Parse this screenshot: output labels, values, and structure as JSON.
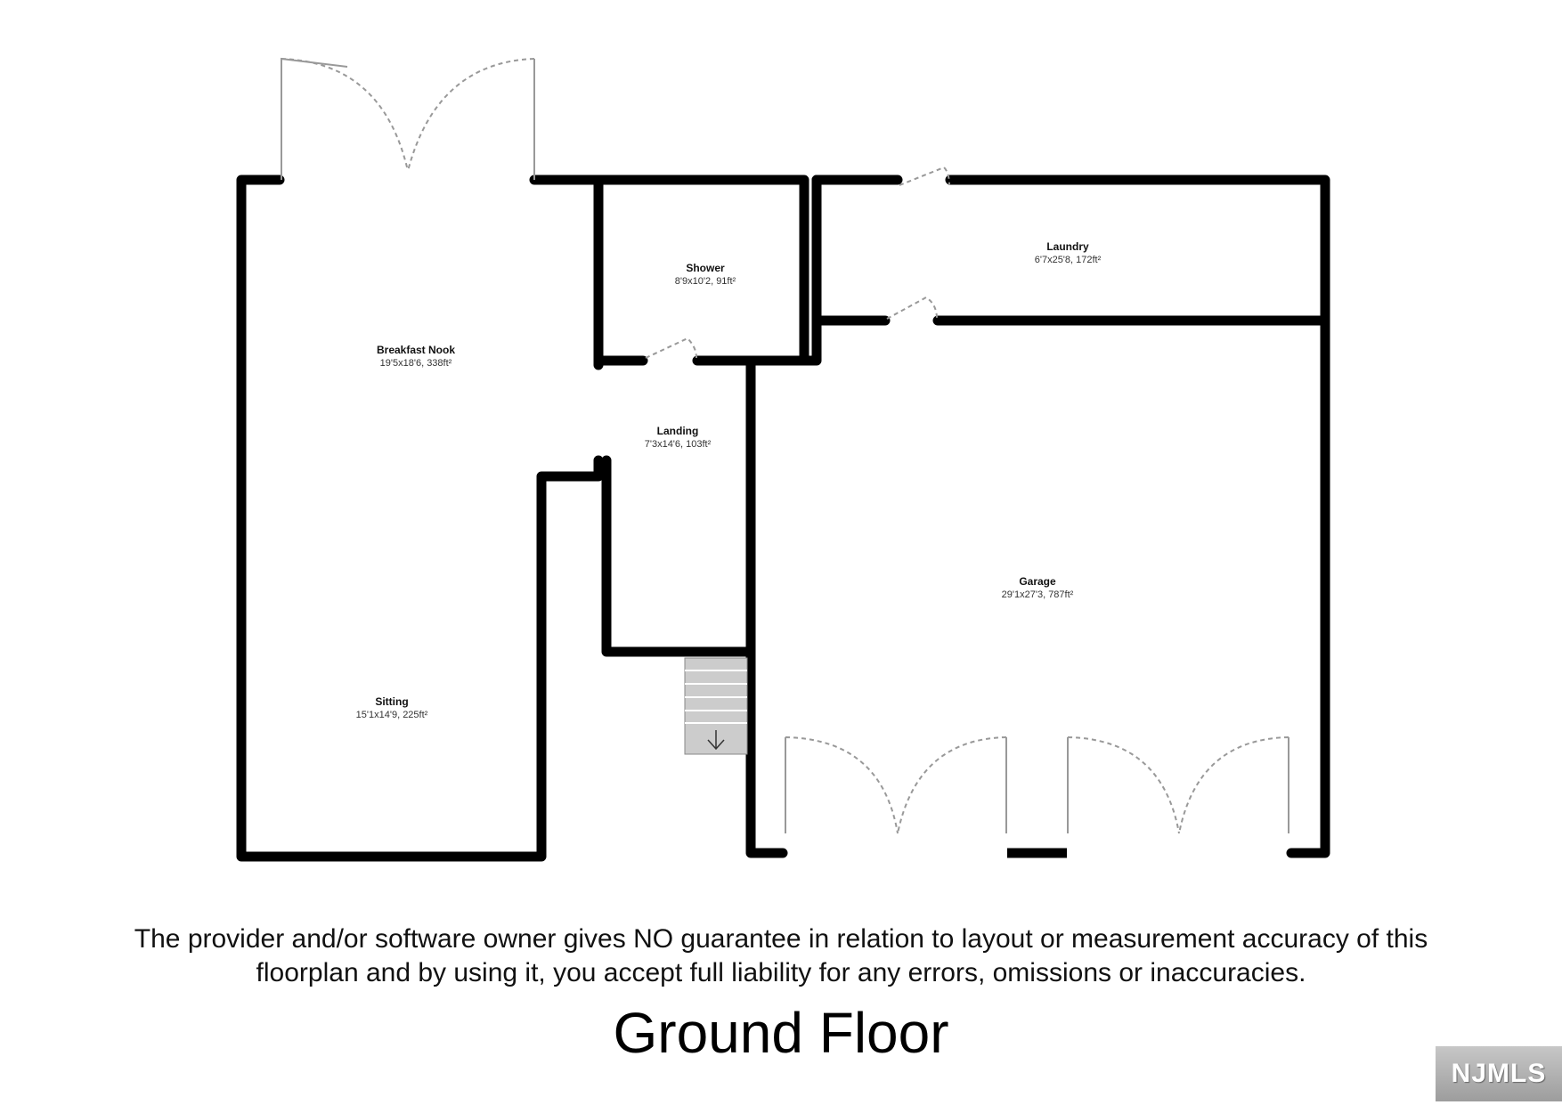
{
  "rooms": [
    {
      "name": "Breakfast Nook",
      "dims": "19'5x18'6, 338ft²"
    },
    {
      "name": "Shower",
      "dims": "8'9x10'2, 91ft²"
    },
    {
      "name": "Laundry",
      "dims": "6'7x25'8, 172ft²"
    },
    {
      "name": "Landing",
      "dims": "7'3x14'6, 103ft²"
    },
    {
      "name": "Garage",
      "dims": "29'1x27'3, 787ft²"
    },
    {
      "name": "Sitting",
      "dims": "15'1x14'9, 225ft²"
    }
  ],
  "disclaimer": {
    "line1": "The provider and/or software owner gives NO guarantee in relation to layout or measurement accuracy of this",
    "line2": "floorplan and by using it, you accept full liability for any errors, omissions or inaccuracies."
  },
  "floor_title": "Ground Floor",
  "logo_text": "NJMLS",
  "colors": {
    "wall": "#000000",
    "door": "#999999",
    "stair": "#cccccc"
  }
}
